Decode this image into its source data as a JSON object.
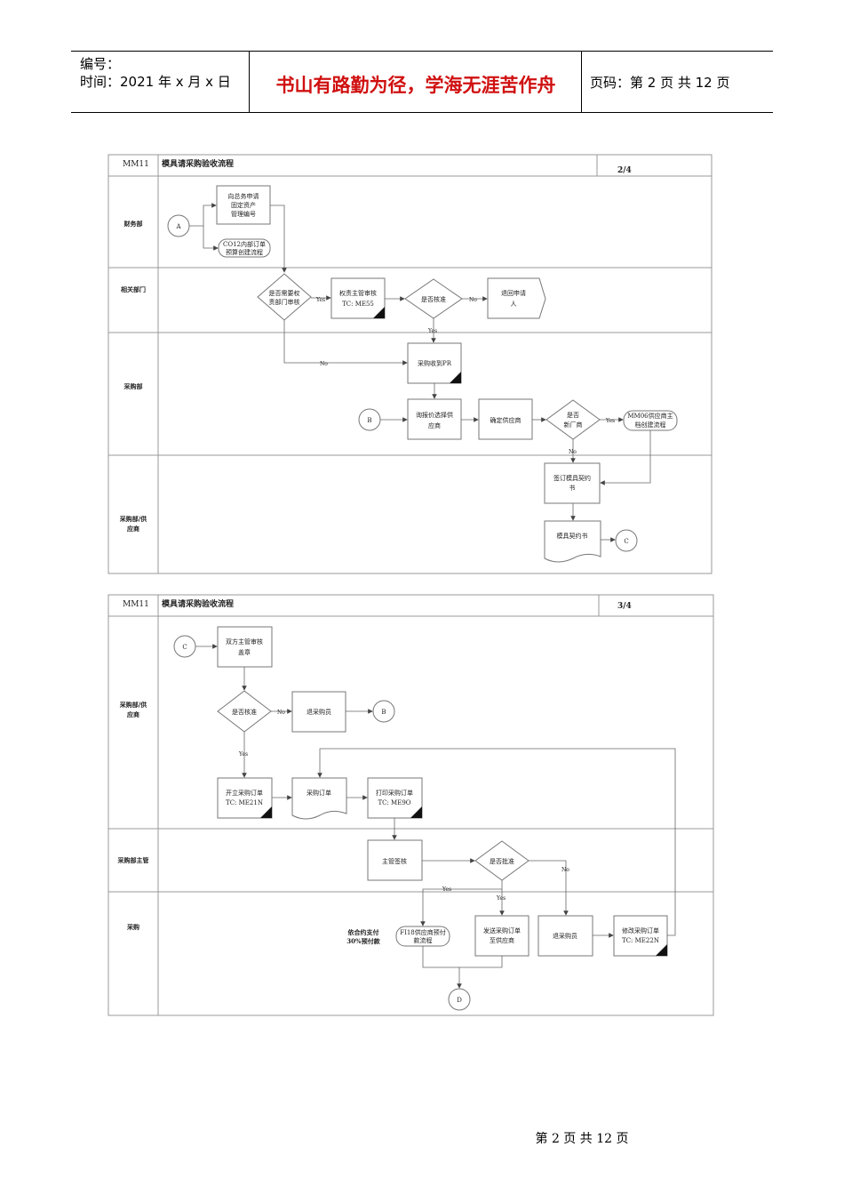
{
  "header": {
    "number_label": "编号：",
    "time_label": "时间：2021 年 x 月 x 日",
    "motto": "书山有路勤为径，学海无涯苦作舟",
    "page_label": "页码：第 2 页  共 12 页"
  },
  "chart1": {
    "code": "MM11",
    "title": "模具请采购验收流程",
    "page": "2/4",
    "lanes": [
      "财务部",
      "相关部门",
      "采购部",
      "采购部/供",
      "应商"
    ],
    "nodes": {
      "a": "A",
      "b": "B",
      "c": "C",
      "fin1_l1": "向总务申请",
      "fin1_l2": "固定资产",
      "fin1_l3": "管理编号",
      "fin2_l1": "CO12内部订单",
      "fin2_l2": "预算创建流程",
      "dec1_l1": "是否需要权",
      "dec1_l2": "责部门审核",
      "rel1_l1": "权责主管审核",
      "rel1_l2": "TC:  ME55",
      "dec2": "是否核准",
      "ret_l1": "退回申请",
      "ret_l2": "人",
      "pr": "采购收到PR",
      "quote_l1": "询报价选择供",
      "quote_l2": "应商",
      "confirm": "确定供应商",
      "dec3_l1": "是否",
      "dec3_l2": "新厂商",
      "mm06_l1": "MM06供应商主",
      "mm06_l2": "档创建流程",
      "sign_l1": "签订模具契约",
      "sign_l2": "书",
      "contract": "模具契约书"
    },
    "yes": "Yes",
    "no": "No"
  },
  "chart2": {
    "code": "MM11",
    "title": "模具请采购验收流程",
    "page": "3/4",
    "lanes": [
      "采购部/供",
      "应商",
      "采购部主管",
      "采购"
    ],
    "nodes": {
      "c": "C",
      "b": "B",
      "d": "D",
      "sign_l1": "双方主管审核",
      "sign_l2": "盖章",
      "dec1": "是否核准",
      "back1": "退采购员",
      "po_l1": "开立采购订单",
      "po_l2": "TC:  ME21N",
      "podoc": "采购订单",
      "print_l1": "打印采购订单",
      "print_l2": "TC:  ME9O",
      "mgr": "主管签核",
      "dec2": "是否批准",
      "fi_l1": "FI18供应商预付",
      "fi_l2": "款流程",
      "pay_l1": "依合约支付",
      "pay_l2": "30%预付款",
      "send_l1": "发送采购订单",
      "send_l2": "至供应商",
      "back2": "退采购员",
      "mod_l1": "修改采购订单",
      "mod_l2": "TC:  ME22N"
    },
    "yes": "Yes",
    "no": "No"
  },
  "footer": "第  2  页  共  12  页"
}
